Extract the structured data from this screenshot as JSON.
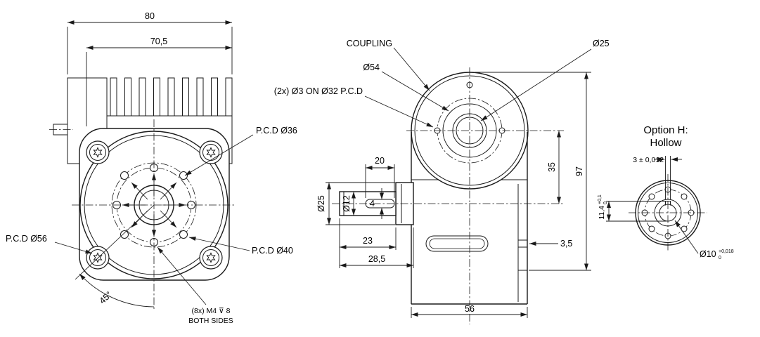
{
  "front_view": {
    "dim_width_total": "80",
    "dim_width_flange": "70,5",
    "label_pcd36": "P.C.D Ø36",
    "label_pcd56": "P.C.D Ø56",
    "label_pcd40": "P.C.D Ø40",
    "angle": "45°",
    "note_line1": "(8x) M4 ⊽ 8",
    "note_line2": "BOTH SIDES"
  },
  "side_view": {
    "label_coupling": "COUPLING",
    "label_dia54": "Ø54",
    "label_holes_note": "(2x) Ø3 ON Ø32 P.C.D",
    "label_dia25_coupling": "Ø25",
    "dim_keyway_length": "20",
    "dim_collar_dia": "Ø25",
    "dim_shaft_dia": "Ø12",
    "dim_keyway_width": "4",
    "dim_shaft_length": "23",
    "dim_shaft_total": "28,5",
    "dim_body_width": "56",
    "dim_height_total": "97",
    "dim_axis_offset": "35",
    "dim_rib": "3,5"
  },
  "option_h": {
    "title_line1": "Option H:",
    "title_line2": "Hollow",
    "dim_keyway": "3 ± 0,012",
    "dim_bore_depth": "11,4",
    "dim_bore_depth_tol_up": "+0,1",
    "dim_bore_depth_tol_low": "0",
    "dim_bore_dia": "Ø10",
    "dim_bore_dia_tol_up": "+0,018",
    "dim_bore_dia_tol_low": "0"
  }
}
